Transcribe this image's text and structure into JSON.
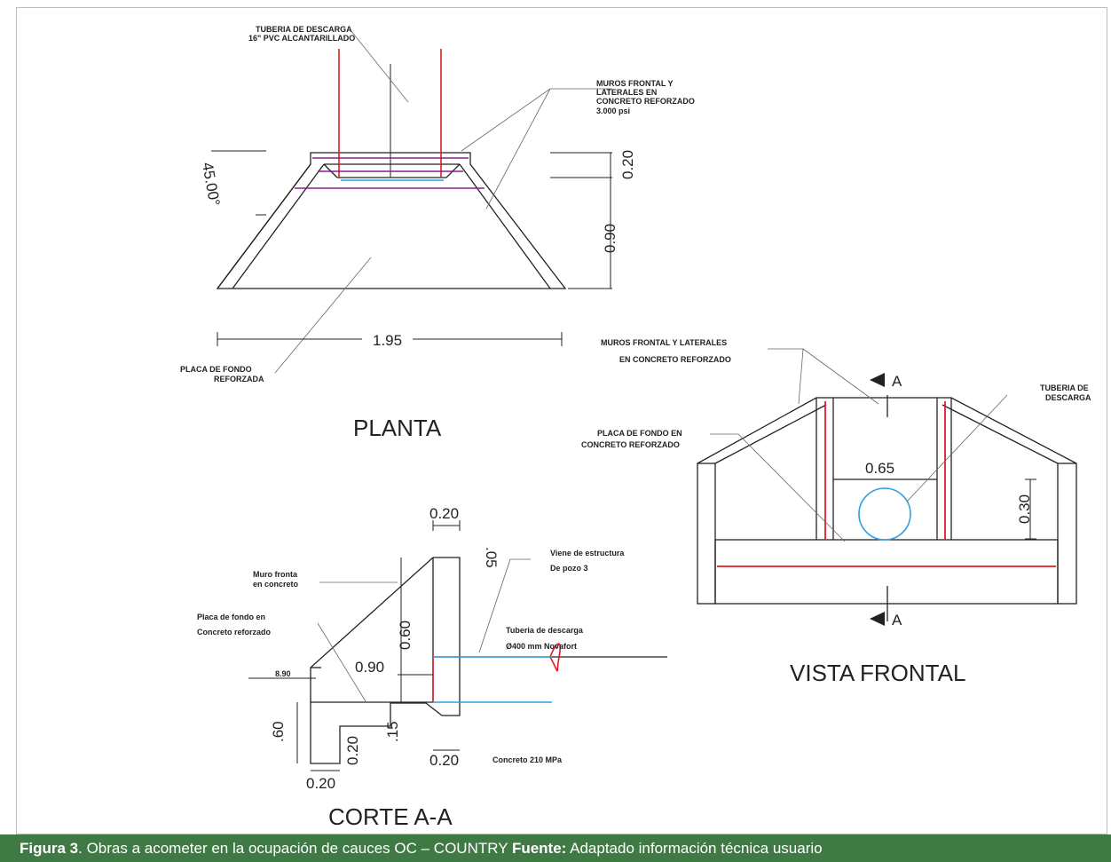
{
  "planta": {
    "title": "PLANTA",
    "label_tuberia_1": "TUBERIA DE DESCARGA",
    "label_tuberia_2": "16\" PVC ALCANTARILLADO",
    "label_muros_1": "MUROS FRONTAL Y",
    "label_muros_2": "LATERALES EN",
    "label_muros_3": "CONCRETO REFORZADO",
    "label_muros_4": "3.000 psi",
    "label_placa_1": "PLACA DE FONDO",
    "label_placa_2": "REFORZADA",
    "angle": "45.00°",
    "dim_020": "0.20",
    "dim_090": "0.90",
    "dim_195": "1.95"
  },
  "vista_frontal": {
    "title": "VISTA FRONTAL",
    "label_muros_1": "MUROS FRONTAL Y LATERALES",
    "label_muros_2": "EN CONCRETO REFORZADO",
    "label_placa_1": "PLACA DE FONDO EN",
    "label_placa_2": "CONCRETO REFORZADO",
    "label_tuberia_1": "TUBERIA DE",
    "label_tuberia_2": "DESCARGA",
    "section_top": "A",
    "section_bottom": "A",
    "dim_065": "0.65",
    "dim_030": "0.30"
  },
  "corte": {
    "title": "CORTE A-A",
    "dim_020_top": "0.20",
    "dim_05": ".05",
    "dim_060": "0.60",
    "dim_090": "0.90",
    "dim_890": "8.90",
    "dim_60": ".60",
    "dim_020_inner": "0.20",
    "dim_15": ".15",
    "dim_020_bottom": "0.20",
    "dim_020_base": "0.20",
    "label_muro_1": "Muro fronta",
    "label_muro_2": "en concreto",
    "label_placa_1": "Placa de fondo en",
    "label_placa_2": "Concreto reforzado",
    "label_viene_1": "Viene de estructura",
    "label_viene_2": "De pozo 3",
    "label_tuberia_1": "Tuberia de descarga",
    "label_tuberia_2": "Ø400 mm Novafort",
    "label_concreto": "Concreto 210 MPa"
  },
  "caption": {
    "figure_label": "Figura 3",
    "text": ". Obras a acometer en la ocupación de cauces OC – COUNTRY ",
    "source_label": "Fuente:",
    "source_text": " Adaptado información técnica usuario"
  },
  "colors": {
    "line": "#222222",
    "red": "#e01b24",
    "purple": "#8a1f8a",
    "blue": "#2f9fe0",
    "caption_bg": "#3f7a45"
  }
}
